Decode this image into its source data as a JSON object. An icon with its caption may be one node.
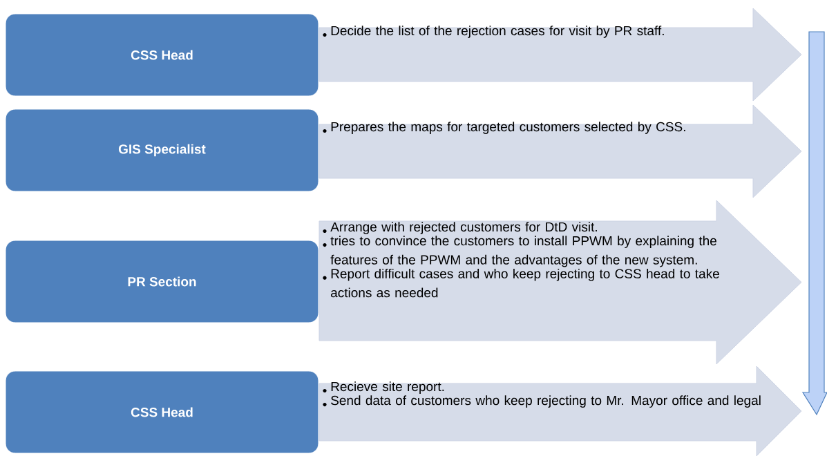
{
  "diagram": {
    "nodes": [
      {
        "text": [
          "CSS Head"
        ]
      },
      {
        "text": [
          "Decide the list of the rejection cases for visit by PR staff."
        ]
      },
      {
        "text": [
          "GIS  Specialist"
        ]
      },
      {
        "text": [
          "Prepares the maps for targeted customers selected by CSS."
        ]
      },
      {
        "text": [
          "PR Section"
        ]
      },
      {
        "text": [
          "Arrange with rejected customers for DtD visit.",
          "tries to convince the customers to install PPWM by explaining the features of the PPWM and the advantages of the new system.",
          "Report difficult cases and who keep rejecting to CSS head to take actions as needed"
        ]
      },
      {
        "text": [
          "CSS Head"
        ]
      },
      {
        "text": [
          "Recieve site report.",
          "Send data of customers who keep rejecting to Mr. Mayor office and legal"
        ]
      }
    ]
  }
}
